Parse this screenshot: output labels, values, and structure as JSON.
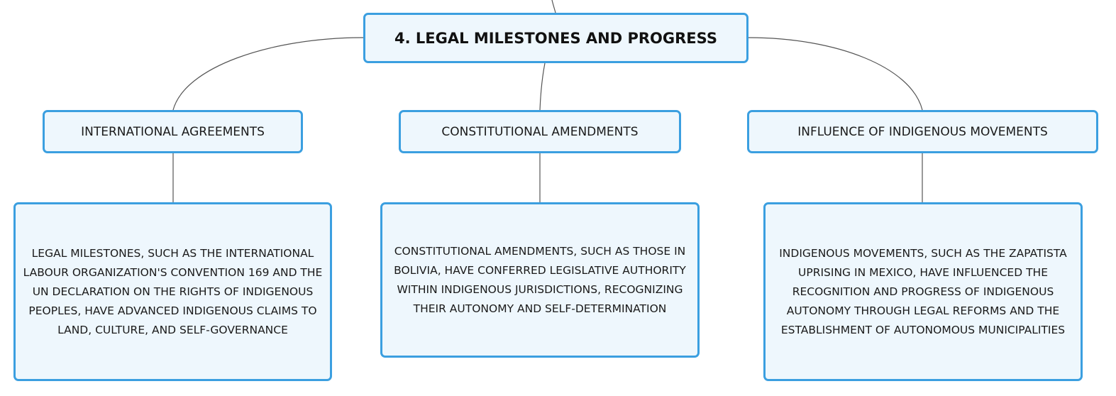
{
  "root": {
    "label": "4. LEGAL MILESTONES AND PROGRESS"
  },
  "topics": [
    {
      "label": "INTERNATIONAL AGREEMENTS",
      "detail": "LEGAL MILESTONES, SUCH AS THE INTERNATIONAL LABOUR ORGANIZATION'S CONVENTION 169 AND THE UN DECLARATION ON THE RIGHTS OF INDIGENOUS PEOPLES, HAVE ADVANCED INDIGENOUS CLAIMS TO LAND, CULTURE, AND SELF-GOVERNANCE"
    },
    {
      "label": "CONSTITUTIONAL AMENDMENTS",
      "detail": "CONSTITUTIONAL AMENDMENTS, SUCH AS THOSE IN BOLIVIA, HAVE CONFERRED LEGISLATIVE AUTHORITY WITHIN INDIGENOUS JURISDICTIONS, RECOGNIZING THEIR AUTONOMY AND SELF-DETERMINATION"
    },
    {
      "label": "INFLUENCE OF INDIGENOUS MOVEMENTS",
      "detail": "INDIGENOUS MOVEMENTS, SUCH AS THE ZAPATISTA UPRISING IN MEXICO, HAVE INFLUENCED THE RECOGNITION AND PROGRESS OF INDIGENOUS AUTONOMY THROUGH LEGAL REFORMS AND THE ESTABLISHMENT OF AUTONOMOUS MUNICIPALITIES"
    }
  ],
  "colors": {
    "node_fill": "#eef7fd",
    "node_border": "#3b9fe0",
    "connector": "#555555"
  }
}
